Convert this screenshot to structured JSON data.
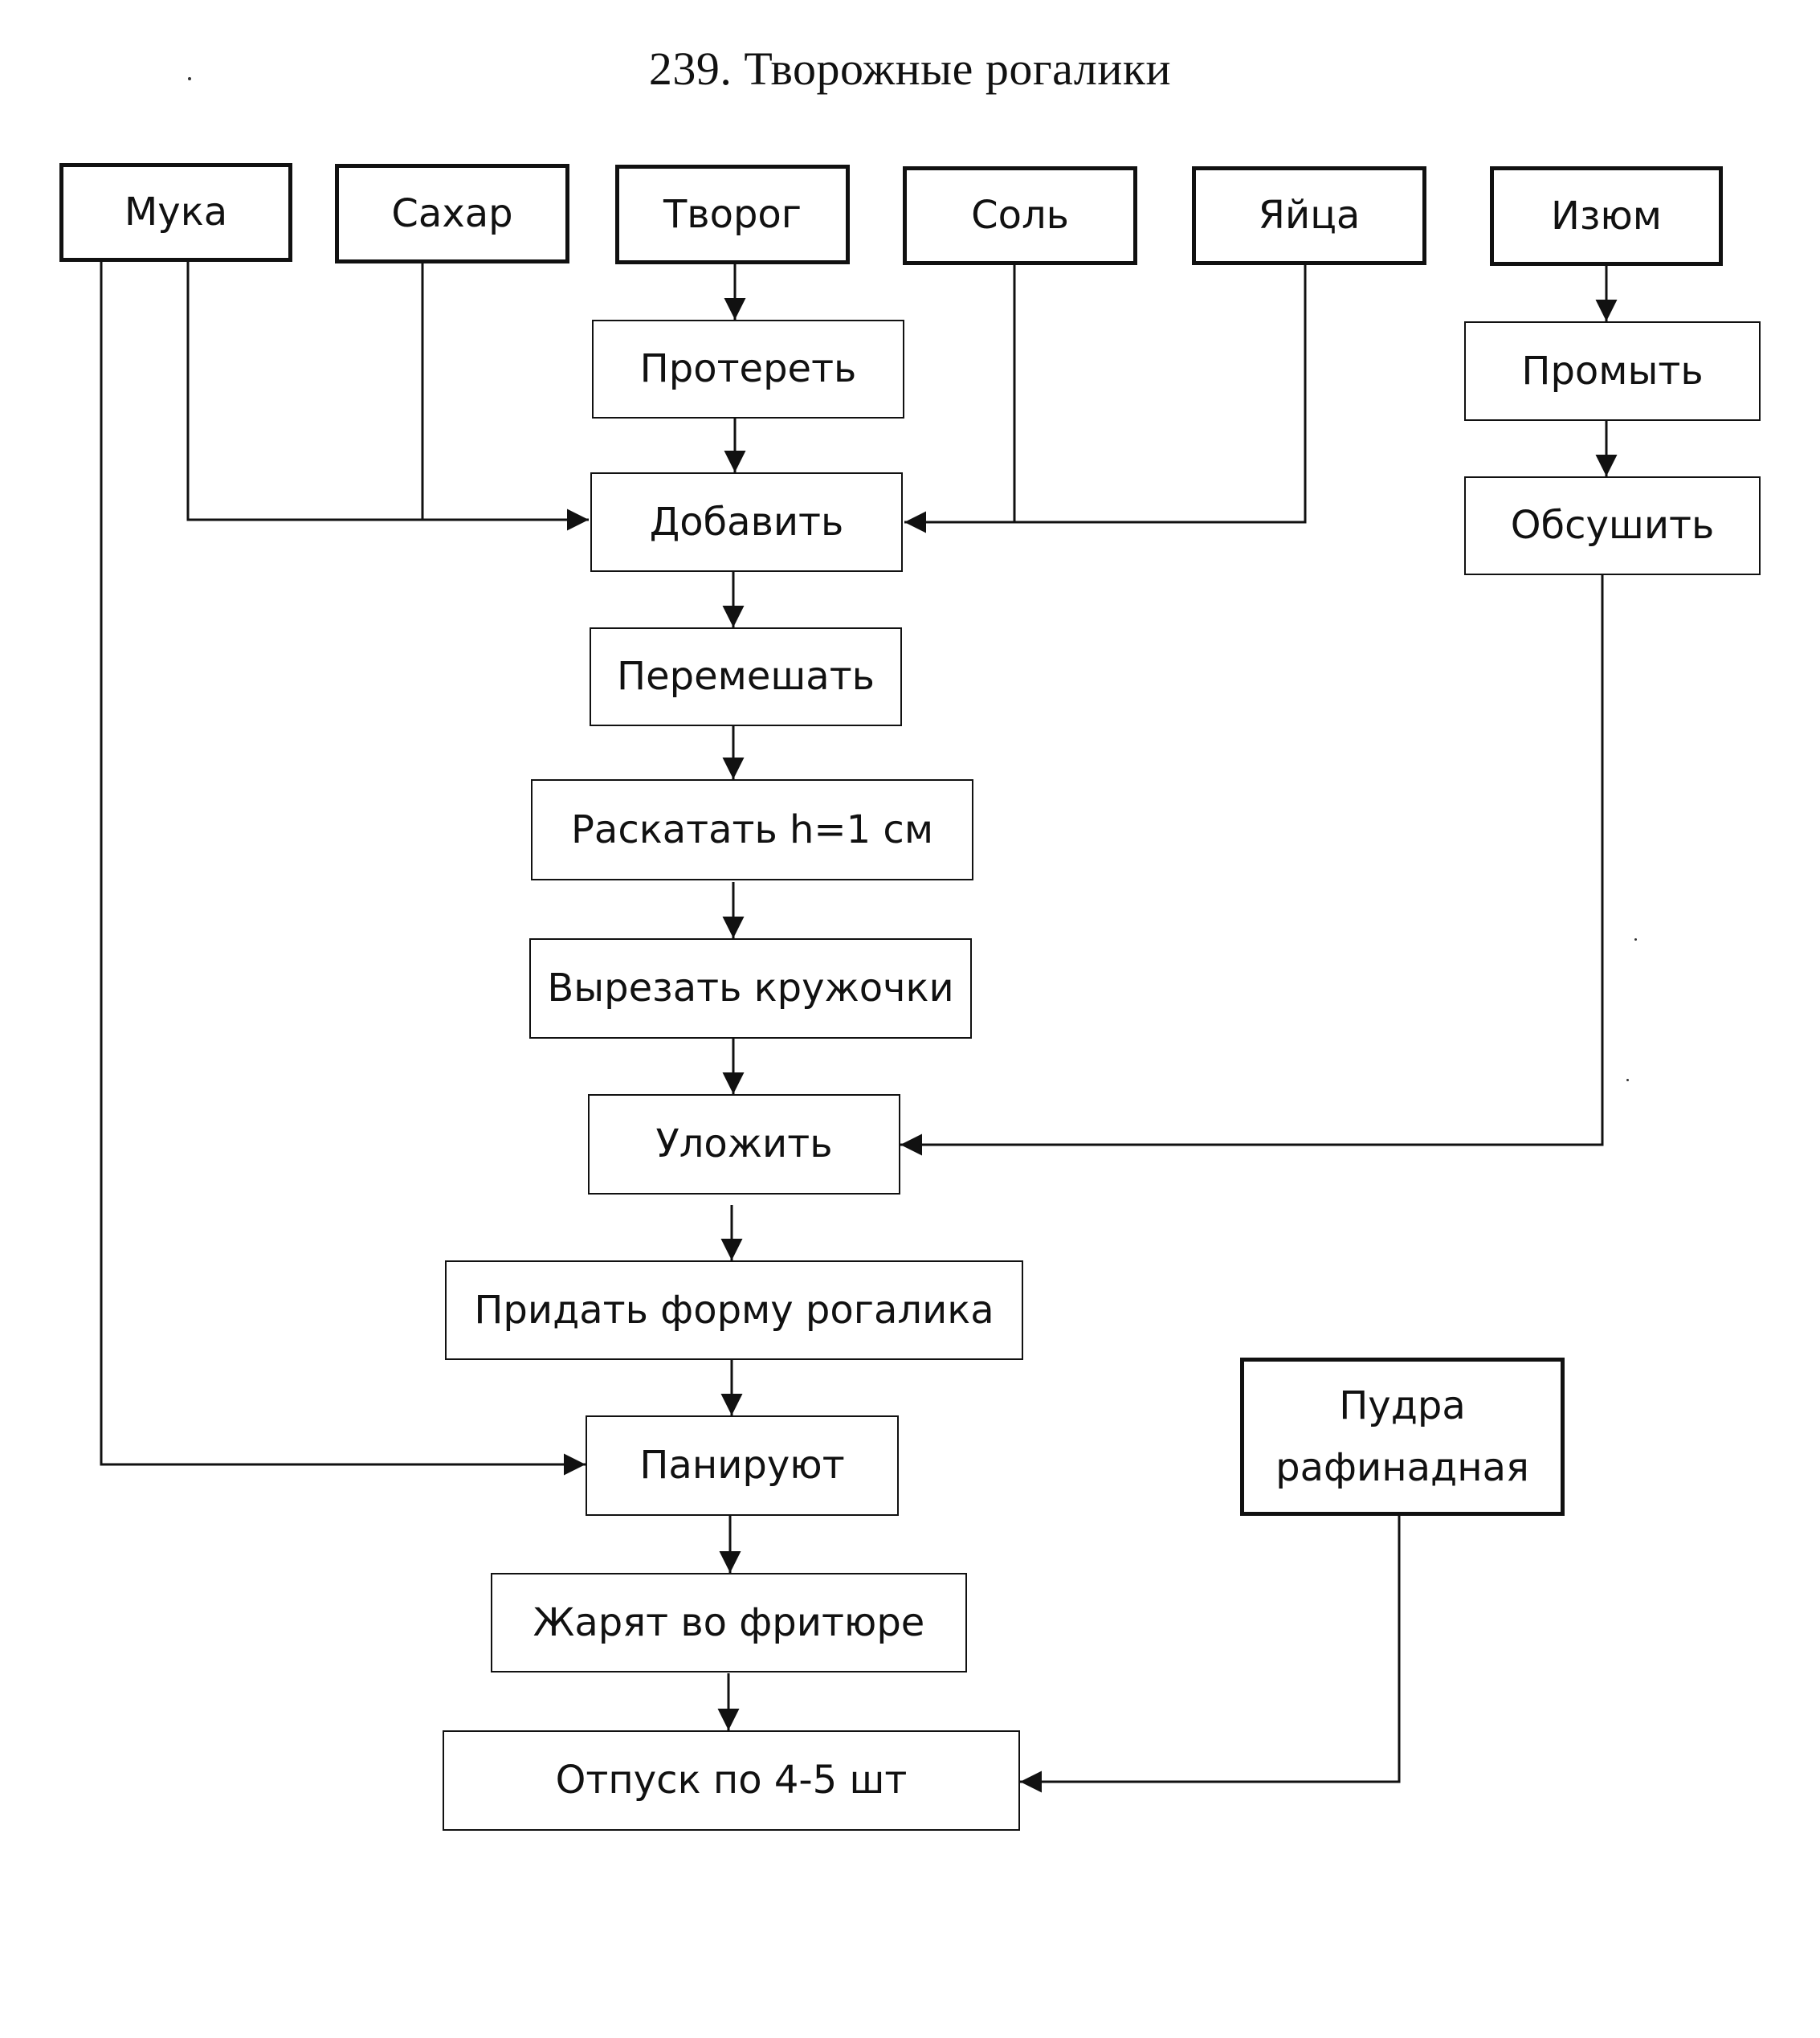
{
  "title": "239. Творожные рогалики",
  "ingredients": {
    "muka": "Мука",
    "sahar": "Сахар",
    "tvorog": "Творог",
    "sol": "Соль",
    "yaica": "Яйца",
    "izyum": "Изюм",
    "pudra": "Пудра рафинадная"
  },
  "steps": {
    "proteret": "Протереть",
    "dobavit": "Добавить",
    "peremeshat": "Перемешать",
    "raskatat": "Раскатать h=1 см",
    "vyrezat": "Вырезать кружочки",
    "ulozhit": "Уложить",
    "pridat": "Придать форму рогалика",
    "paniruyut": "Панируют",
    "zharyat": "Жарят во фритюре",
    "otpusk": "Отпуск по 4-5 шт",
    "promyt": "Промыть",
    "obsushit": "Обсушить"
  },
  "colors": {
    "ink": "#111111",
    "background": "#ffffff"
  }
}
